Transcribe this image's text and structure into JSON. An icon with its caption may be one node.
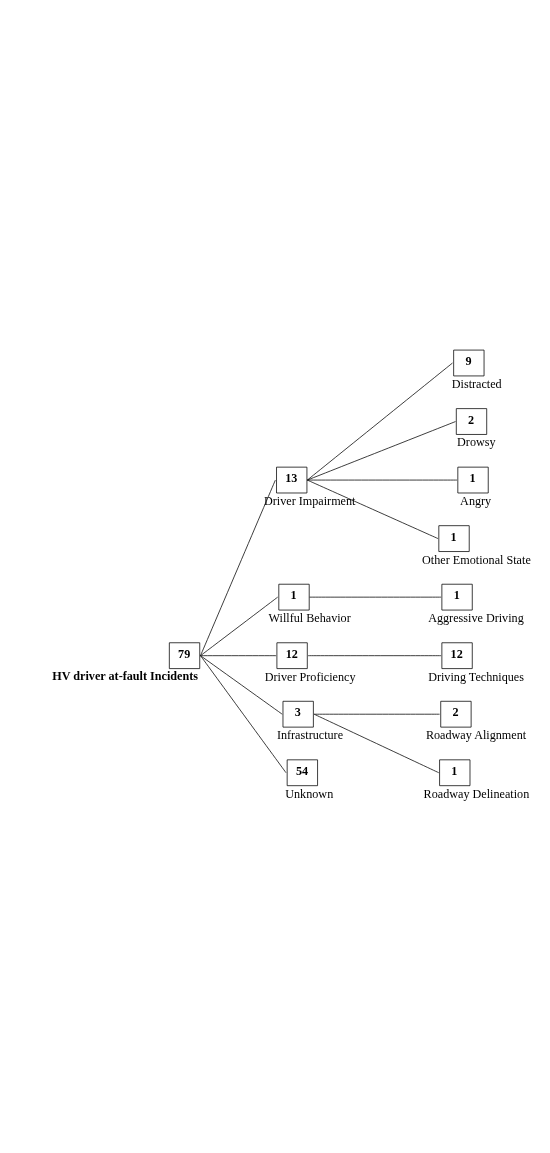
{
  "diagram": {
    "nodes": [
      {
        "text": [
          "79"
        ],
        "beside": [
          "HV driver at-fault Incidents"
        ]
      },
      {
        "text": [
          "13"
        ],
        "beside": [
          "Driver Impairment"
        ]
      },
      {
        "text": [
          "9"
        ],
        "beside": [
          "Distracted"
        ]
      },
      {
        "text": [
          "2"
        ],
        "beside": [
          "Drowsy"
        ]
      },
      {
        "text": [
          "1"
        ],
        "beside": [
          "Angry"
        ]
      },
      {
        "text": [
          "1"
        ],
        "beside": [
          "Other Emotional State"
        ]
      },
      {
        "text": [
          "1"
        ],
        "beside": [
          "Willful Behavior"
        ]
      },
      {
        "text": [
          "1"
        ],
        "beside": [
          "Aggressive Driving"
        ]
      },
      {
        "text": [
          "12"
        ],
        "beside": [
          "Driver Proficiency"
        ]
      },
      {
        "text": [
          "12"
        ],
        "beside": [
          "Driving Techniques"
        ]
      },
      {
        "text": [
          "3"
        ],
        "beside": [
          "Infrastructure"
        ]
      },
      {
        "text": [
          "2"
        ],
        "beside": [
          "Roadway Alignment"
        ]
      },
      {
        "text": [
          "1"
        ],
        "beside": [
          "Roadway Delineation"
        ]
      },
      {
        "text": [
          "54"
        ],
        "beside": [
          "Unknown"
        ]
      }
    ],
    "edges": [
      {
        "from": 0,
        "to": 1,
        "arrow": "none"
      },
      {
        "from": 1,
        "to": 2,
        "arrow": "none"
      },
      {
        "from": 1,
        "to": 3,
        "arrow": "none"
      },
      {
        "from": 1,
        "to": 4,
        "arrow": "none"
      },
      {
        "from": 1,
        "to": 5,
        "arrow": "none"
      },
      {
        "from": 0,
        "to": 6,
        "arrow": "none"
      },
      {
        "from": 6,
        "to": 7,
        "arrow": "none"
      },
      {
        "from": 0,
        "to": 8,
        "arrow": "none"
      },
      {
        "from": 8,
        "to": 9,
        "arrow": "none"
      },
      {
        "from": 0,
        "to": 10,
        "arrow": "none"
      },
      {
        "from": 10,
        "to": 11,
        "arrow": "none"
      },
      {
        "from": 10,
        "to": 12,
        "arrow": "none"
      },
      {
        "from": 0,
        "to": 13,
        "arrow": "none"
      }
    ]
  }
}
